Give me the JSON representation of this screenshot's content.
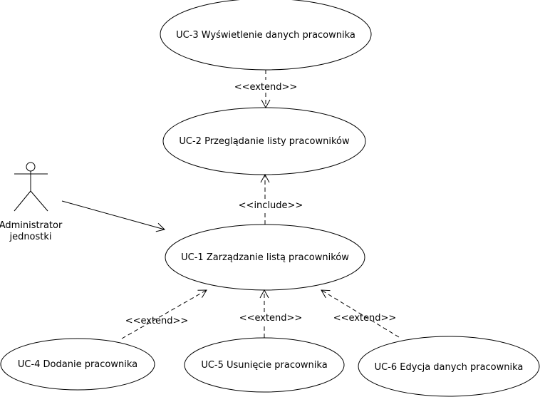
{
  "colors": {
    "stroke": "#000000",
    "background": "#ffffff"
  },
  "actor": {
    "name_line1": "Administrator",
    "name_line2": "jednostki"
  },
  "use_cases": {
    "uc3": "UC-3 Wyświetlenie danych pracownika",
    "uc2": "UC-2 Przeglądanie listy pracowników",
    "uc1": "UC-1 Zarządzanie listą pracowników",
    "uc4": "UC-4 Dodanie pracownika",
    "uc5": "UC-5 Usunięcie pracownika",
    "uc6": "UC-6 Edycja danych pracownika"
  },
  "relations": {
    "uc3_uc2": "<<extend>>",
    "uc1_uc2": "<<include>>",
    "uc4_uc1": "<<extend>>",
    "uc5_uc1": "<<extend>>",
    "uc6_uc1": "<<extend>>"
  }
}
